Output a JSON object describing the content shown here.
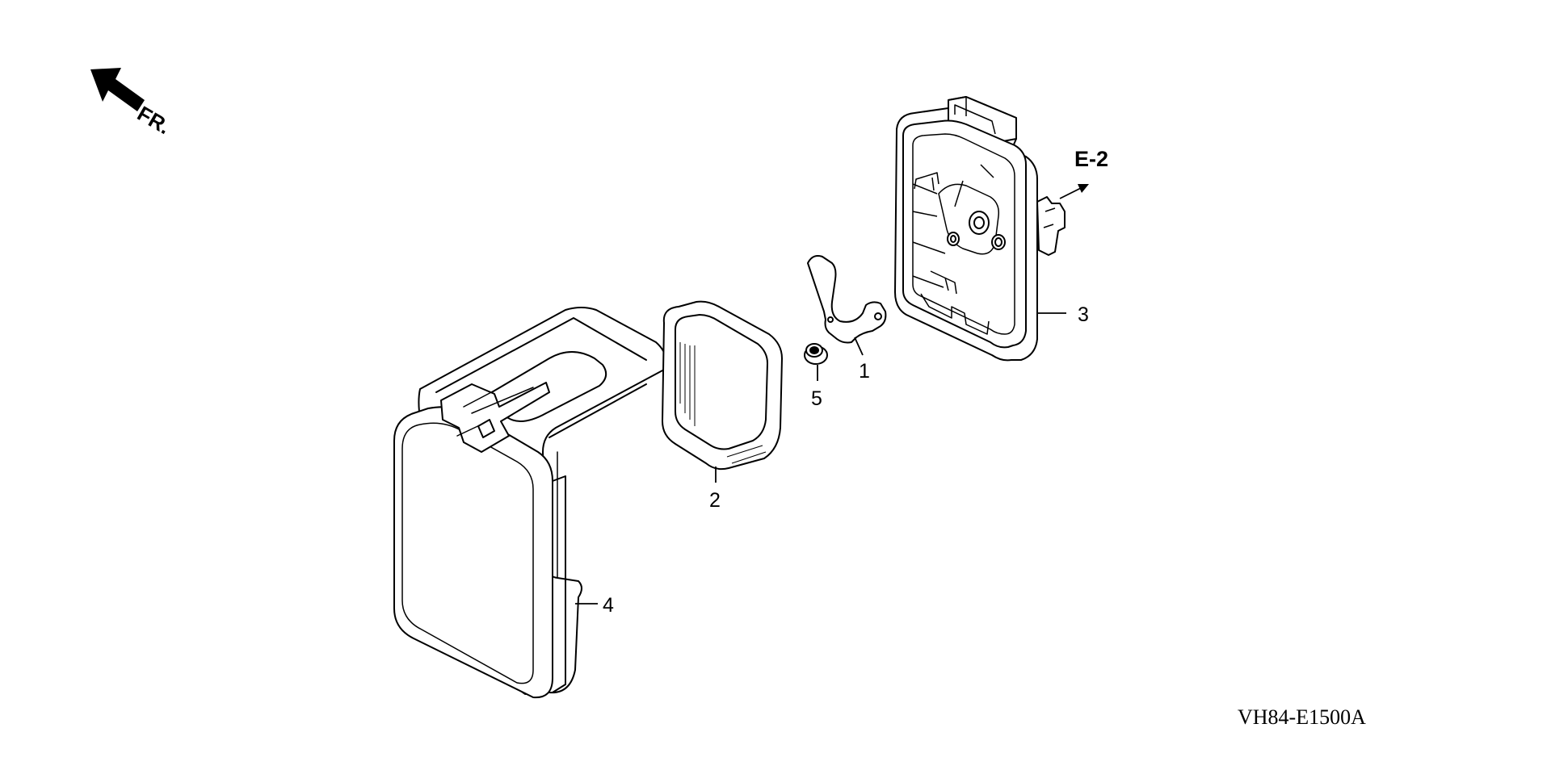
{
  "direction_indicator": {
    "label": "FR.",
    "icon": "front-direction-arrow-icon"
  },
  "reference": {
    "label": "E-2",
    "icon": "reference-arrow-icon"
  },
  "callouts": {
    "1": "1",
    "2": "2",
    "3": "3",
    "4": "4",
    "5": "5"
  },
  "drawing_code": "VH84-E1500A",
  "colors": {
    "line": "#000000",
    "background": "#ffffff"
  }
}
